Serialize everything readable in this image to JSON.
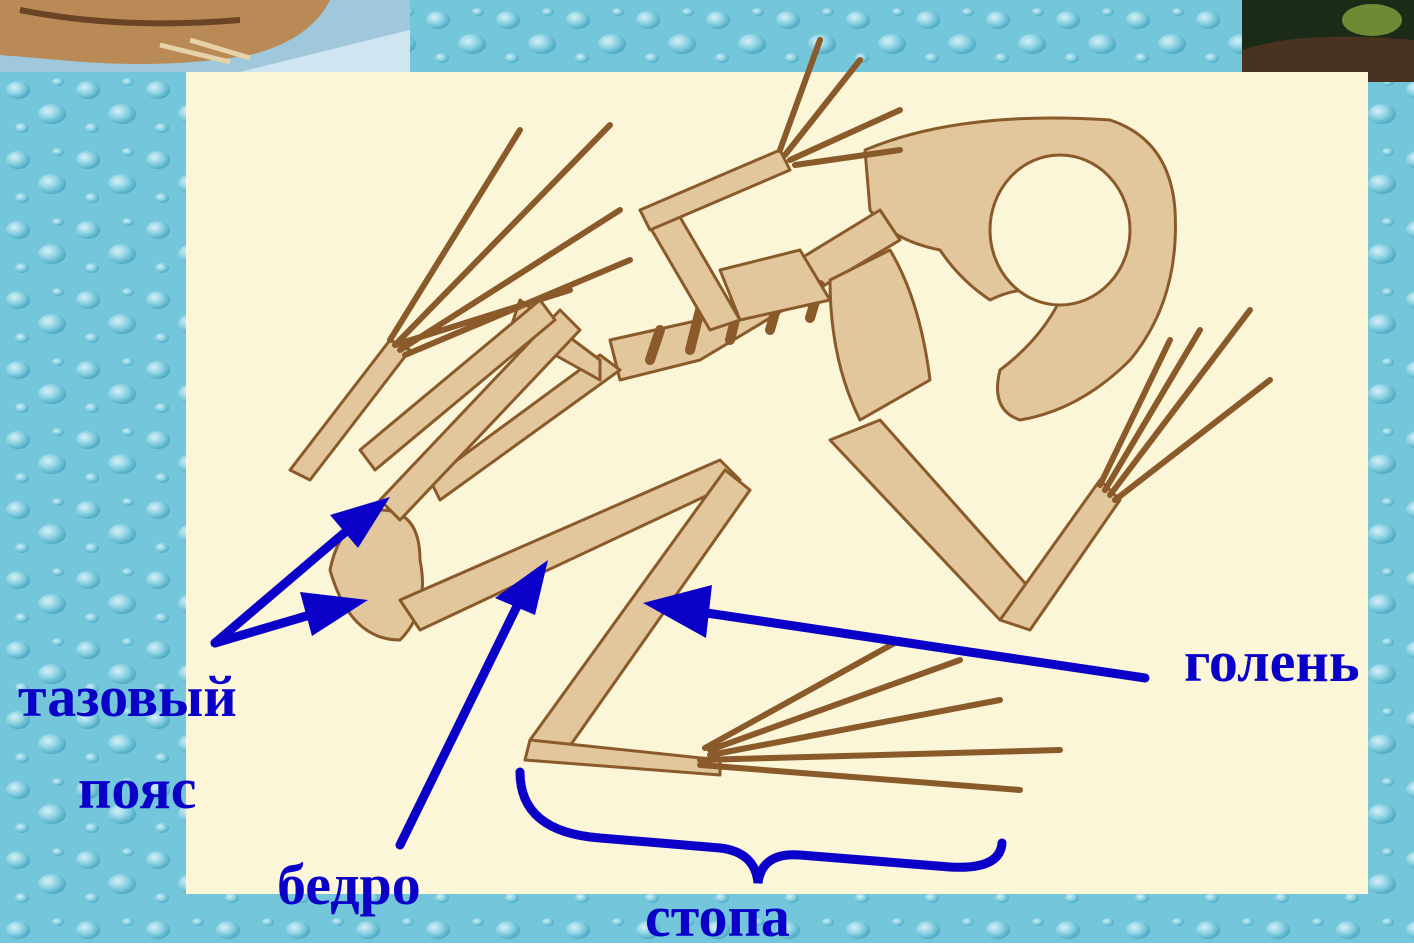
{
  "colors": {
    "background": "#6fc3d8",
    "panel": "#fbf6d7",
    "bone": "#e3c79c",
    "bone_outline": "#8a5a2b",
    "bone_shadow": "#b98a55",
    "arrow": "#0a00c8",
    "label_text": "#0a00c8"
  },
  "labels": {
    "pelvic_girdle_line1": "тазовый",
    "pelvic_girdle_line2": "пояс",
    "femur": "бедро",
    "shin": "голень",
    "foot": "стопа"
  }
}
